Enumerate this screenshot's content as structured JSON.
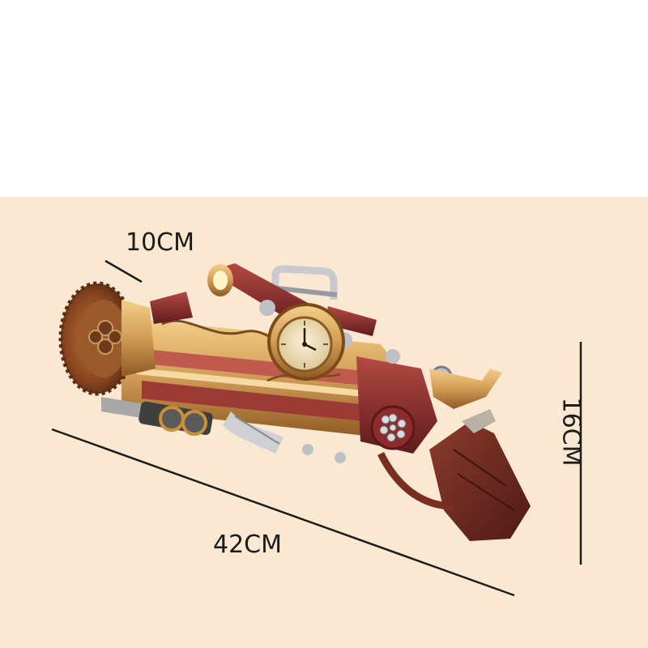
{
  "dimensions": {
    "width_label": "10CM",
    "length_label": "42CM",
    "height_label": "16CM"
  },
  "colors": {
    "background_top": "#ffffff",
    "background_panel": "#fbe8d3",
    "brass": "#c9954e",
    "burgundy": "#7a2626",
    "dimension_line": "#1c1c1c"
  },
  "image": {
    "subject": "steampunk-brick-blaster"
  }
}
